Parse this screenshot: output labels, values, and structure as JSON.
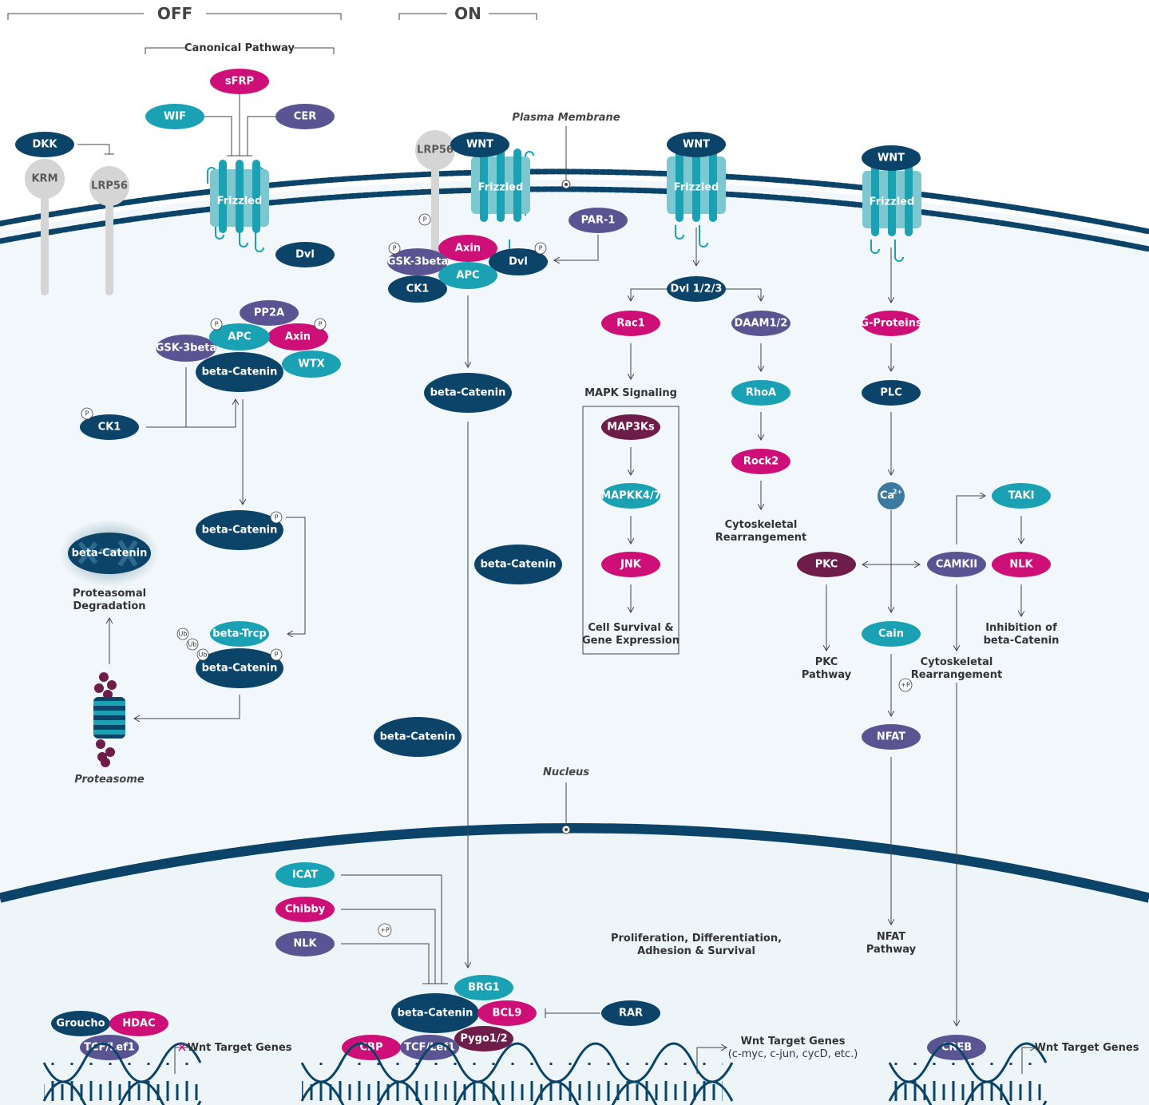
{
  "colors": {
    "navy": "#0b4468",
    "teal": "#1aa1b3",
    "magenta": "#cf0f78",
    "purple": "#5a5592",
    "plum": "#6e1c4a",
    "grey": "#d5d5d5",
    "membrane": "#0b4468",
    "cytoplasm": "#f1f7fa"
  },
  "sections": {
    "off": "OFF",
    "on": "ON",
    "canonical": "Canonical Pathway"
  },
  "labels": {
    "plasma_membrane": "Plasma Membrane",
    "nucleus": "Nucleus",
    "proteasomal_1": "Proteasomal",
    "proteasomal_2": "Degradation",
    "proteasome": "Proteasome",
    "mapk_signaling": "MAPK Signaling",
    "cell_survival_1": "Cell Survival &",
    "cell_survival_2": "Gene Expression",
    "cyto1_1": "Cytoskeletal",
    "cyto1_2": "Rearrangement",
    "cyto2_1": "Cytoskeletal",
    "cyto2_2": "Rearrangement",
    "pkc_pathway_1": "PKC",
    "pkc_pathway_2": "Pathway",
    "inhibition_1": "Inhibition of",
    "inhibition_2": "beta-Catenin",
    "nfat_pathway_1": "NFAT",
    "nfat_pathway_2": "Pathway",
    "prolif_1": "Proliferation, Differentiation,",
    "prolif_2": "Adhesion & Survival",
    "wnt_target_off": "Wnt Target Genes",
    "wnt_target_center_1": "Wnt Target Genes",
    "wnt_target_center_2": "(c-myc, c-jun, cycD, etc.)",
    "wnt_target_right": "Wnt Target Genes"
  },
  "nodes": {
    "sfrp": "sFRP",
    "wif": "WIF",
    "cer": "CER",
    "dkk": "DKK",
    "krm": "KRM",
    "lrp56_off": "LRP56",
    "frizzled_off": "Frizzled",
    "dvl_off": "Dvl",
    "pp2a": "PP2A",
    "apc_off": "APC",
    "axin_off": "Axin",
    "gsk_off": "GSK-3beta",
    "wtx": "WTX",
    "bcat_complex": "beta-Catenin",
    "ck1_off": "CK1",
    "bcat_p": "beta-Catenin",
    "bcat_degraded": "beta-Catenin",
    "btrcp": "beta-Trcp",
    "bcat_ub": "beta-Catenin",
    "lrp56_on": "LRP56",
    "wnt1": "WNT",
    "frizzled1": "Frizzled",
    "par1": "PAR-1",
    "axin_on": "Axin",
    "gsk_on": "GSK-3beta",
    "dvl_on": "Dvl",
    "apc_on": "APC",
    "ck1_on": "CK1",
    "bcat1": "beta-Catenin",
    "bcat2": "beta-Catenin",
    "bcat3": "beta-Catenin",
    "wnt2": "WNT",
    "frizzled2": "Frizzled",
    "dvl123": "Dvl 1/2/3",
    "rac1": "Rac1",
    "daam": "DAAM1/2",
    "map3ks": "MAP3Ks",
    "mapkk": "MAPKK4/7",
    "jnk": "JNK",
    "rhoa": "RhoA",
    "rock2": "Rock2",
    "wnt3": "WNT",
    "frizzled3": "Frizzled",
    "gprot": "G-Proteins",
    "plc": "PLC",
    "ca": "Ca",
    "ca_sup": "2+",
    "pkc": "PKC",
    "camkii": "CAMKII",
    "taki": "TAKI",
    "nlk_on": "NLK",
    "cain": "Cain",
    "nfat": "NFAT",
    "icat": "ICAT",
    "chibby": "Chibby",
    "nlk_nuc": "NLK",
    "brg1": "BRG1",
    "bcat_nuc": "beta-Catenin",
    "bcl9": "BCL9",
    "rar": "RAR",
    "pygo": "Pygo1/2",
    "cbp": "CBP",
    "tcf_on": "TCF/Lef1",
    "groucho": "Groucho",
    "hdac": "HDAC",
    "tcf_off": "TCF/Lef1",
    "creb": "CREB"
  },
  "badges": {
    "p": "P",
    "ub": "Ub",
    "plus_p": "+P"
  }
}
